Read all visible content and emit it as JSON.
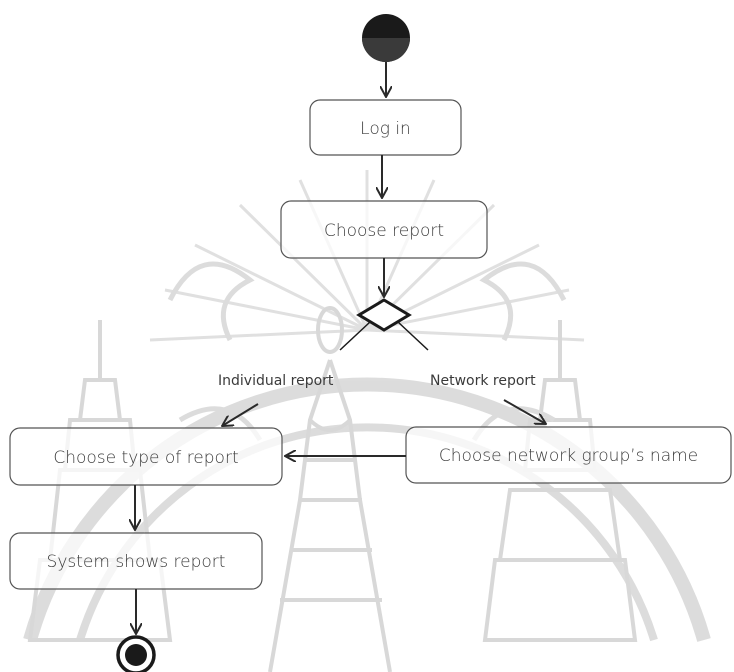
{
  "diagram": {
    "type": "activity",
    "nodes": {
      "login": {
        "label": "Log in"
      },
      "choose_report": {
        "label": "Choose report"
      },
      "choose_type": {
        "label": "Choose type of report"
      },
      "choose_group": {
        "label": "Choose network group’s name"
      },
      "shows_report": {
        "label": "System shows report"
      }
    },
    "guards": {
      "individual": "Individual report",
      "network": "Network report"
    },
    "colors": {
      "stroke": "#2a2a2a",
      "text": "#3a3a3a",
      "watermark": "#d6d6d6"
    }
  }
}
